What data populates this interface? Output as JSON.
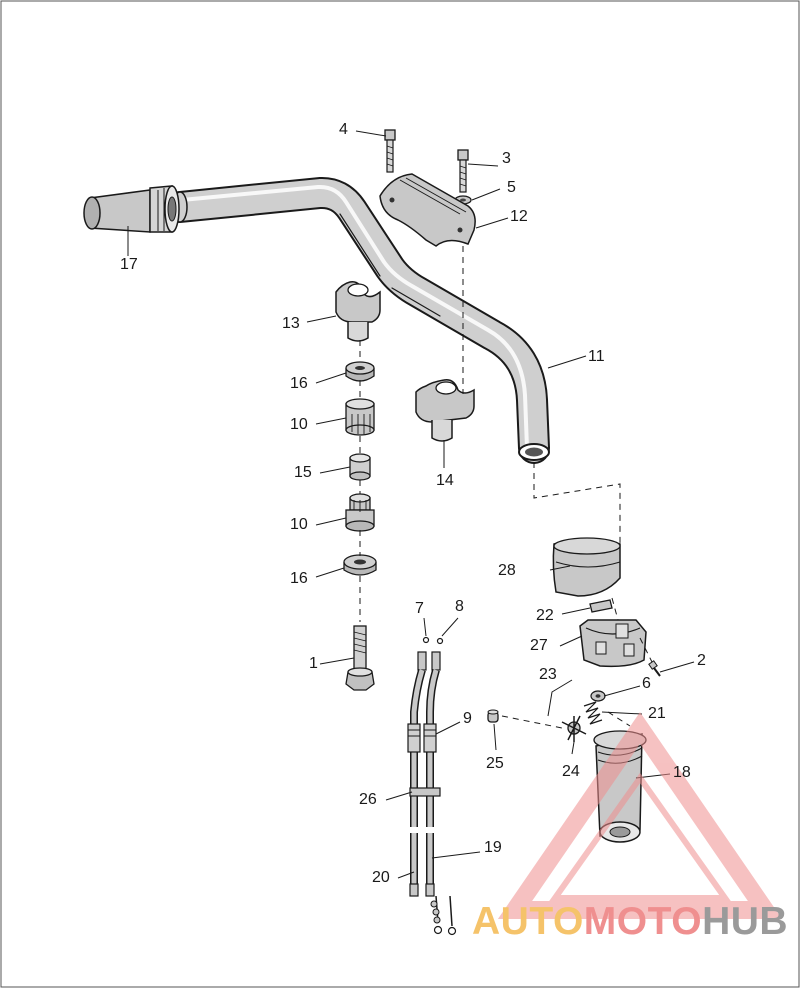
{
  "part_labels": [
    {
      "num": "1"
    },
    {
      "num": "2"
    },
    {
      "num": "3"
    },
    {
      "num": "4"
    },
    {
      "num": "5"
    },
    {
      "num": "6"
    },
    {
      "num": "7"
    },
    {
      "num": "8"
    },
    {
      "num": "9"
    },
    {
      "num": "10"
    },
    {
      "num": "10"
    },
    {
      "num": "11"
    },
    {
      "num": "12"
    },
    {
      "num": "13"
    },
    {
      "num": "14"
    },
    {
      "num": "15"
    },
    {
      "num": "16"
    },
    {
      "num": "16"
    },
    {
      "num": "17"
    },
    {
      "num": "18"
    },
    {
      "num": "19"
    },
    {
      "num": "20"
    },
    {
      "num": "21"
    },
    {
      "num": "22"
    },
    {
      "num": "23"
    },
    {
      "num": "24"
    },
    {
      "num": "25"
    },
    {
      "num": "26"
    },
    {
      "num": "27"
    },
    {
      "num": "28"
    }
  ],
  "watermark": {
    "part1": "AUTO",
    "part2": "MOTO",
    "part3": "HUB",
    "colors": {
      "part1": "#f5c36a",
      "part2": "#ef8f8f",
      "part3": "#9a9a9a"
    }
  },
  "colors": {
    "line": "#1a1a1a",
    "part_fill": "#c8c8c8",
    "watermark_triangle": "#ef8f8f"
  }
}
